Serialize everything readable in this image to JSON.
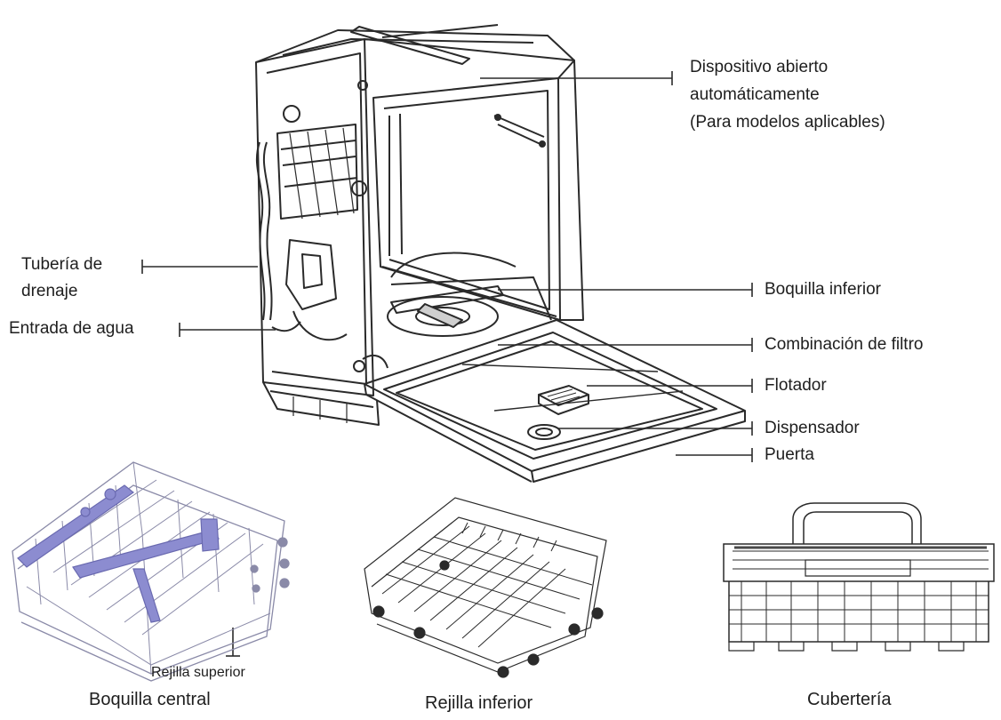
{
  "labels": {
    "dispositivo": [
      "Dispositivo abierto",
      "automáticamente",
      "(Para modelos aplicables)"
    ],
    "tuberia": [
      "Tubería de",
      "drenaje"
    ],
    "entrada": "Entrada de agua",
    "boquilla_inferior": "Boquilla inferior",
    "combinacion": "Combinación de filtro",
    "flotador": "Flotador",
    "dispensador": "Dispensador",
    "puerta": "Puerta",
    "rejilla_superior": "Rejilla superior",
    "boquilla_central": "Boquilla central",
    "rejilla_inferior": "Rejilla inferior",
    "cuberteria": "Cubertería"
  },
  "colors": {
    "line": "#2a2a2a",
    "rack": "#8a8aa8",
    "spray_arm": "#8c8cd0"
  }
}
